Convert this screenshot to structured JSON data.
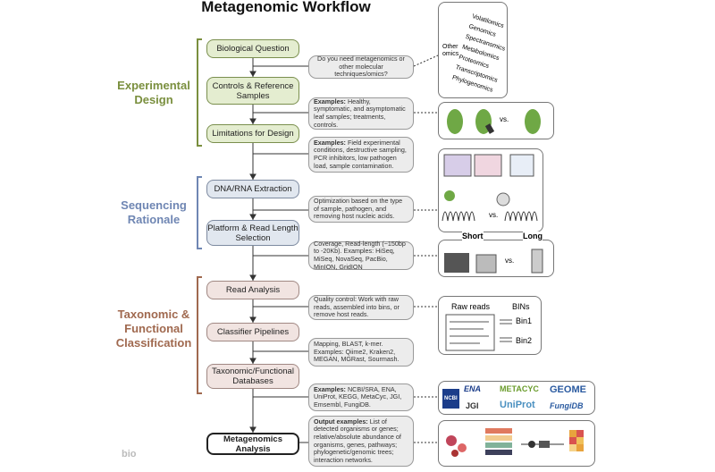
{
  "title": "Metagenomic Workflow",
  "stages": [
    {
      "label": "Experimental Design",
      "color": "#7a8f3e"
    },
    {
      "label": "Sequencing Rationale",
      "color": "#6f86b3"
    },
    {
      "label": "Taxonomic & Functional Classification",
      "color": "#a0694f"
    }
  ],
  "nodes": [
    "Biological Question",
    "Controls & Reference Samples",
    "Limitations for Design",
    "DNA/RNA Extraction",
    "Platform & Read Length Selection",
    "Read Analysis",
    "Classifier Pipelines",
    "Taxonomic/Functional Databases",
    "Metagenomics Analysis"
  ],
  "callouts": [
    {
      "bold": "",
      "text": "Do you need metagenomics or other molecular techniques/omics?"
    },
    {
      "bold": "Examples:",
      "text": " Healthy, symptomatic, and asymptomatic leaf samples; treatments, controls."
    },
    {
      "bold": "Examples:",
      "text": " Field experimental conditions, destructive sampling, PCR inhibitors, low pathogen load, sample contamination."
    },
    {
      "bold": "",
      "text": "Optimization based on the type of sample, pathogen, and removing host nucleic acids."
    },
    {
      "bold": "",
      "text": "Coverage, Read-length (~150bp to -20Kb). Examples: HiSeq, MiSeq, NovaSeq, PacBio, MinION, GridION"
    },
    {
      "bold": "",
      "text": "Quality control: Work with raw reads, assembled into bins, or remove host reads."
    },
    {
      "bold": "",
      "text": "Mapping, BLAST, k-mer. Examples: Qiime2, Kraken2, MEGAN, MGRast, Sourmash."
    },
    {
      "bold": "Examples:",
      "text": " NCBI/SRA, ENA, UniProt, KEGG, MetaCyc, JGI, Emsembl, FungiDB."
    },
    {
      "bold": "Output examples:",
      "text": " List of detected organisms or genes; relative/absolute abundance of organisms, genes, pathways; phylogenetic/genomic trees; interaction networks."
    }
  ],
  "omics": {
    "other": "Other omics",
    "list": [
      "Volatilomics",
      "Genomics",
      "Spectranomics",
      "Metabolomics",
      "Proteomics",
      "Transcriptomics",
      "Phylogenomics"
    ]
  },
  "leaves_vs": "vs.",
  "reads": {
    "short": "Short",
    "long": "Long",
    "vs": "vs.",
    "raw": "Raw reads",
    "bins": "BINs",
    "bin1": "Bin1",
    "bin2": "Bin2"
  },
  "databases": [
    "NCBI",
    "ENA",
    "METACYC",
    "GEOME",
    "JGI",
    "UniProt",
    "FungiDB"
  ],
  "watermark": "bio"
}
